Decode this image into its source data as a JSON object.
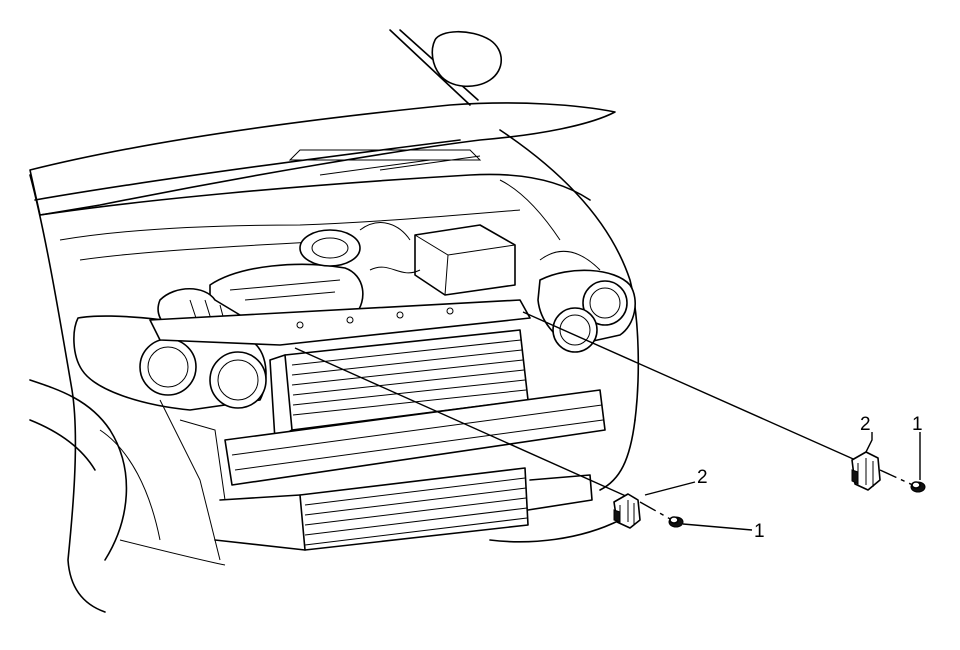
{
  "callouts": [
    {
      "id": "c1a",
      "text": "1"
    },
    {
      "id": "c1b",
      "text": "1"
    },
    {
      "id": "c2a",
      "text": "2"
    },
    {
      "id": "c2b",
      "text": "2"
    }
  ]
}
